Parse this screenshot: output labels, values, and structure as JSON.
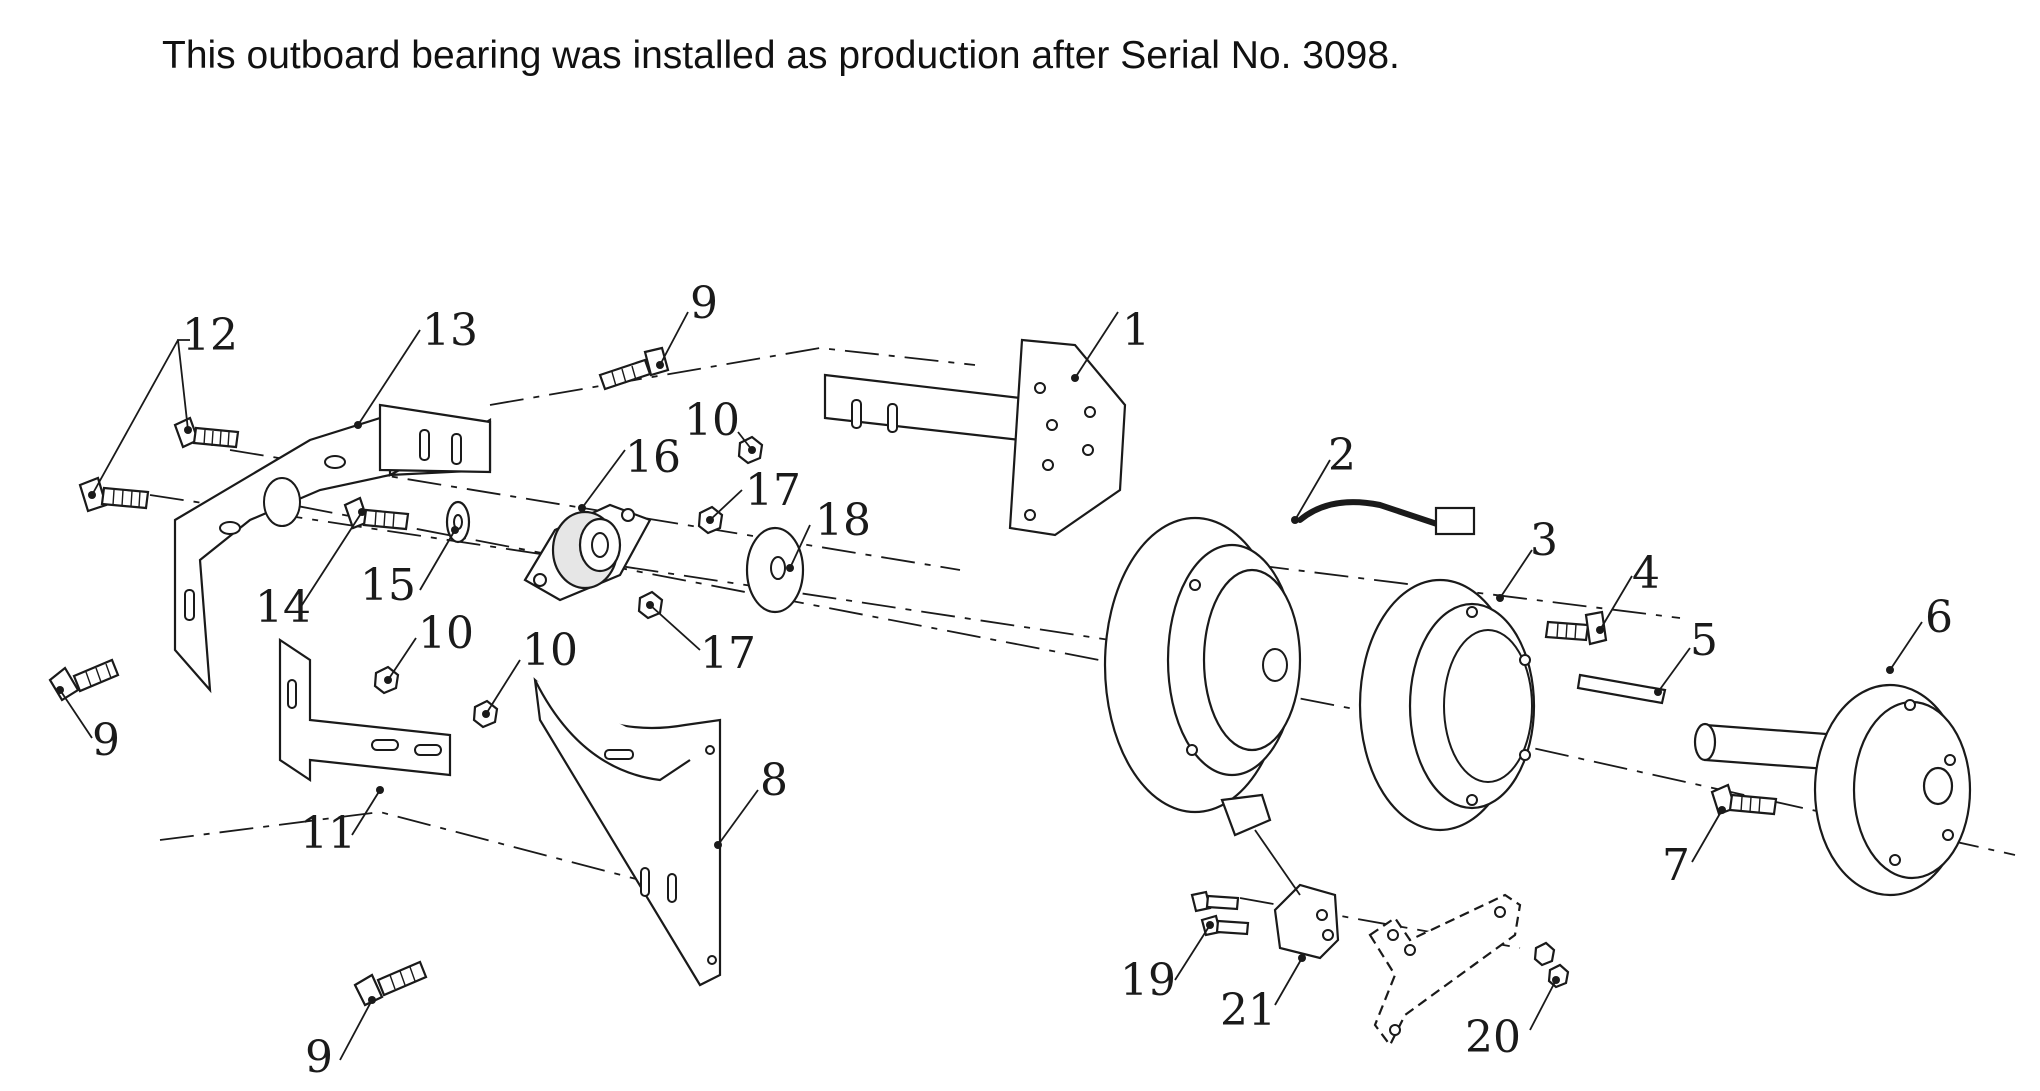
{
  "note": "This outboard bearing was installed as production after Serial No. 3098.",
  "callouts": {
    "c1": "1",
    "c2": "2",
    "c3": "3",
    "c4": "4",
    "c5": "5",
    "c6": "6",
    "c7": "7",
    "c8": "8",
    "c9a": "9",
    "c9b": "9",
    "c9c": "9",
    "c10a": "10",
    "c10b": "10",
    "c10c": "10",
    "c11": "11",
    "c12": "12",
    "c13": "13",
    "c14": "14",
    "c15": "15",
    "c16": "16",
    "c17a": "17",
    "c17b": "17",
    "c18": "18",
    "c19": "19",
    "c20": "20",
    "c21": "21"
  }
}
